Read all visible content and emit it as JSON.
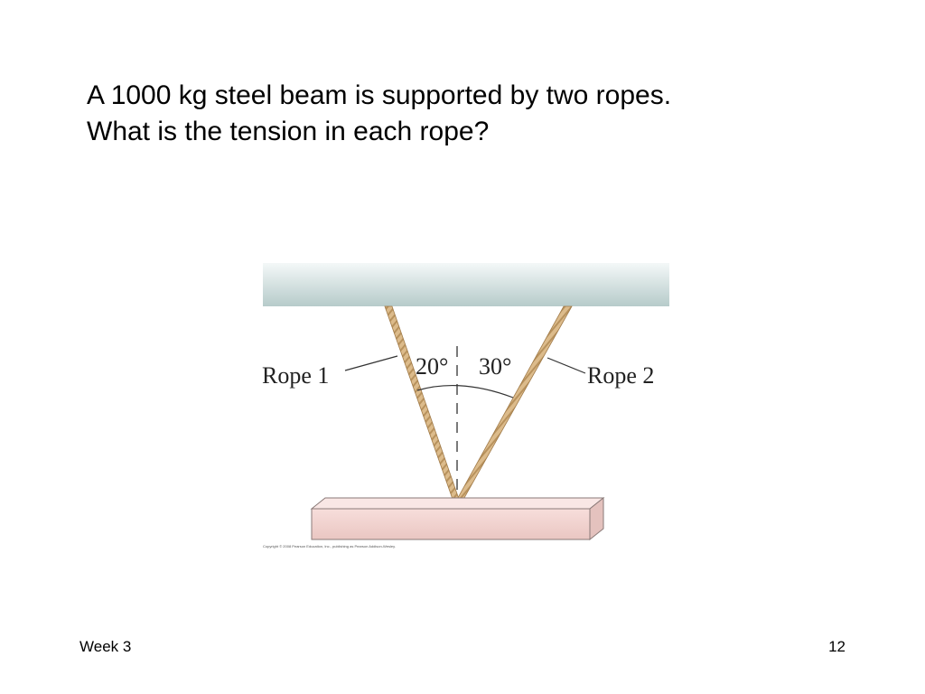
{
  "question": {
    "line1": "A 1000 kg steel beam is supported by two ropes.",
    "line2": "What is the tension in each rope?"
  },
  "figure": {
    "rope1_label": "Rope 1",
    "rope2_label": "Rope 2",
    "angle1_label": "20°",
    "angle2_label": "30°",
    "copyright": "Copyright © 2008 Pearson Education, Inc., publishing as Pearson Addison-Wesley.",
    "colors": {
      "ceiling_top": "#f2f6f6",
      "ceiling_bottom": "#b9cdcc",
      "rope": "#d9b98a",
      "rope_dark": "#a07a48",
      "beam_front": "#f2d3d0",
      "beam_top": "#f9e6e4",
      "beam_side": "#e8c6c2"
    }
  },
  "footer": {
    "left": "Week 3",
    "right": "12"
  }
}
